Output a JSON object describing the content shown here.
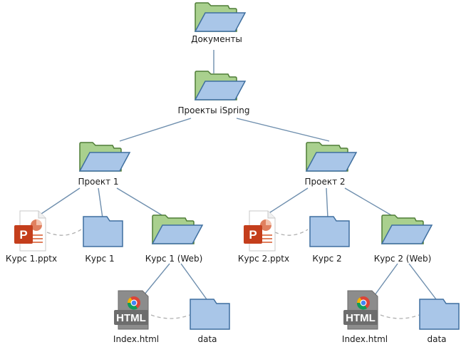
{
  "colors": {
    "connector": "#6f8fae",
    "dashed_link": "#b0b0b0",
    "folder_open_back": "#a9d08e",
    "folder_open_back_stroke": "#4f7d36",
    "folder_front": "#a9c6e8",
    "folder_stroke": "#3f6f9f",
    "pptx_red": "#c43e1c",
    "html_badge": "#707070"
  },
  "nodes": {
    "documents": {
      "label": "Документы",
      "icon": "folder-open-icon"
    },
    "ispring_projects": {
      "label": "Проекты iSpring",
      "icon": "folder-open-icon"
    },
    "project1": {
      "label": "Проект 1",
      "icon": "folder-open-icon"
    },
    "project2": {
      "label": "Проект 2",
      "icon": "folder-open-icon"
    },
    "course1_pptx": {
      "label": "Курс 1.pptx",
      "icon": "powerpoint-file-icon",
      "badge": "P"
    },
    "course1": {
      "label": "Курс 1",
      "icon": "folder-closed-icon"
    },
    "course1_web": {
      "label": "Курс 1 (Web)",
      "icon": "folder-open-icon"
    },
    "course2_pptx": {
      "label": "Курс 2.pptx",
      "icon": "powerpoint-file-icon",
      "badge": "P"
    },
    "course2": {
      "label": "Курс 2",
      "icon": "folder-closed-icon"
    },
    "course2_web": {
      "label": "Курс 2 (Web)",
      "icon": "folder-open-icon"
    },
    "index1": {
      "label": "Index.html",
      "icon": "html-file-icon",
      "badge": "HTML"
    },
    "data1": {
      "label": "data",
      "icon": "folder-closed-icon"
    },
    "index2": {
      "label": "Index.html",
      "icon": "html-file-icon",
      "badge": "HTML"
    },
    "data2": {
      "label": "data",
      "icon": "folder-closed-icon"
    }
  }
}
